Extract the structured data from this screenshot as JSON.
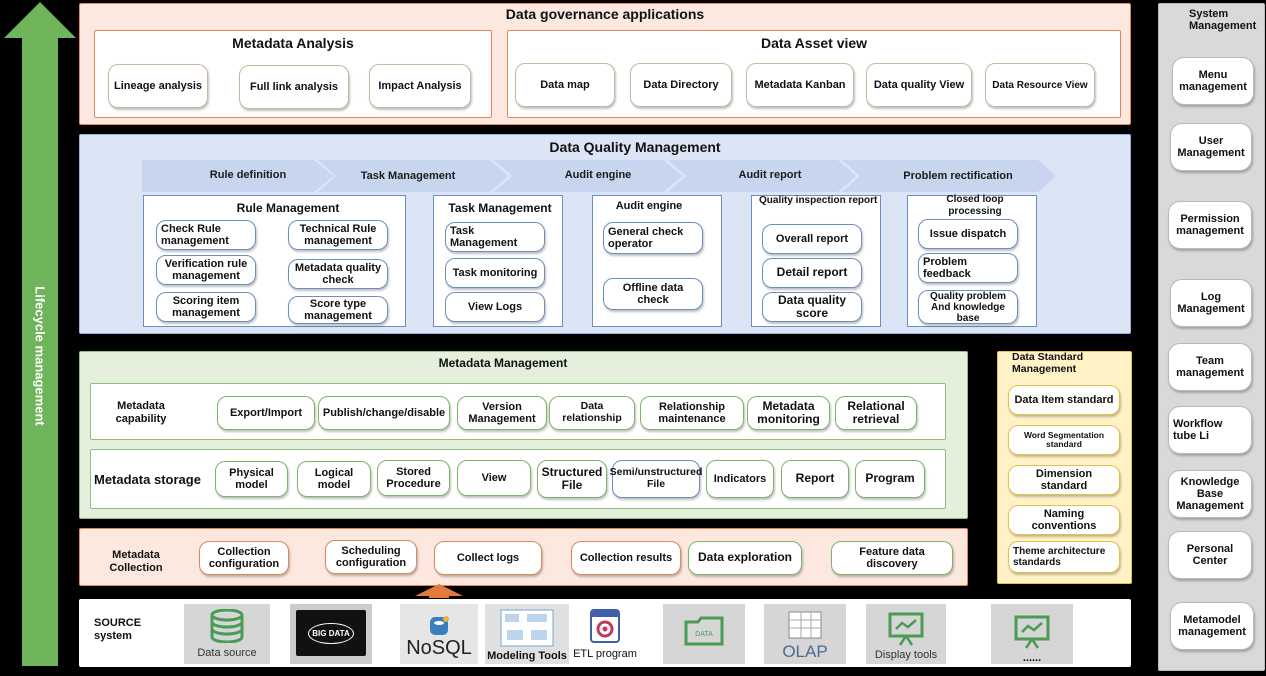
{
  "lifecycle_label": "Lifecycle management",
  "apps": {
    "title": "Data governance applications",
    "metadata_analysis": {
      "title": "Metadata Analysis",
      "items": [
        "Lineage analysis",
        "Full link analysis",
        "Impact Analysis"
      ]
    },
    "asset_view": {
      "title": "Data Asset view",
      "items": [
        "Data map",
        "Data Directory",
        "Metadata Kanban",
        "Data quality View",
        "Data Resource View"
      ]
    }
  },
  "quality": {
    "title": "Data Quality Management",
    "steps": [
      "Rule definition",
      "Task Management",
      "Audit engine",
      "Audit report",
      "Problem rectification"
    ],
    "rule_mgmt": {
      "title": "Rule Management",
      "items": [
        "Check Rule management",
        "Technical Rule management",
        "Verification rule management",
        "Metadata quality check",
        "Scoring item management",
        "Score type management"
      ]
    },
    "task_mgmt": {
      "title": "Task Management",
      "items": [
        "Task Management",
        "Task monitoring",
        "View Logs"
      ]
    },
    "audit_engine": {
      "title": "Audit engine",
      "items": [
        "General check operator",
        "Offline data check"
      ]
    },
    "report": {
      "title": "Quality inspection report",
      "items": [
        "Overall report",
        "Detail report",
        "Data quality score"
      ]
    },
    "closed_loop": {
      "title": "Closed loop processing",
      "items": [
        "Issue dispatch",
        "Problem feedback",
        "Quality problem And knowledge base"
      ]
    }
  },
  "metadata_mgmt": {
    "title": "Metadata Management",
    "capability": {
      "label": "Metadata capability",
      "items": [
        "Export/Import",
        "Publish/change/disable",
        "Version Management",
        "Data relationship",
        "Relationship maintenance",
        "Metadata monitoring",
        "Relational retrieval"
      ]
    },
    "storage": {
      "label": "Metadata storage",
      "items": [
        "Physical model",
        "Logical model",
        "Stored Procedure",
        "View",
        "Structured File",
        "Semi/unstructured File",
        "Indicators",
        "Report",
        "Program"
      ]
    }
  },
  "standard": {
    "title": "Data Standard Management",
    "items": [
      "Data Item standard",
      "Word Segmentation standard",
      "Dimension standard",
      "Naming conventions",
      "Theme architecture standards"
    ]
  },
  "collection": {
    "label": "Metadata Collection",
    "items": [
      "Collection configuration",
      "Scheduling configuration",
      "Collect logs",
      "Collection results",
      "Data exploration",
      "Feature data discovery"
    ]
  },
  "source": {
    "label": "SOURCE system",
    "items": [
      "Data source",
      "BIG DATA",
      "NoSQL",
      "Modeling Tools",
      "ETL program",
      "DATA",
      "OLAP",
      "Display tools",
      "......"
    ]
  },
  "system_mgmt": {
    "title": "System Management",
    "items": [
      "Menu management",
      "User Management",
      "Permission management",
      "Log Management",
      "Team management",
      "Workflow tube Li",
      "Knowledge Base Management",
      "Personal Center",
      "Metamodel management"
    ]
  },
  "colors": {
    "apps_bg": "#fce8de",
    "apps_border": "#e0875a",
    "quality_bg": "#dbe5f5",
    "step_bg": "#c7d6ee",
    "meta_bg": "#e5f0dc",
    "meta_border": "#8fbf7a",
    "standard_bg": "#fff2c6",
    "standard_border": "#e7c04a",
    "system_bg": "#d9d9d9",
    "arrow_green": "#6fb35a"
  }
}
